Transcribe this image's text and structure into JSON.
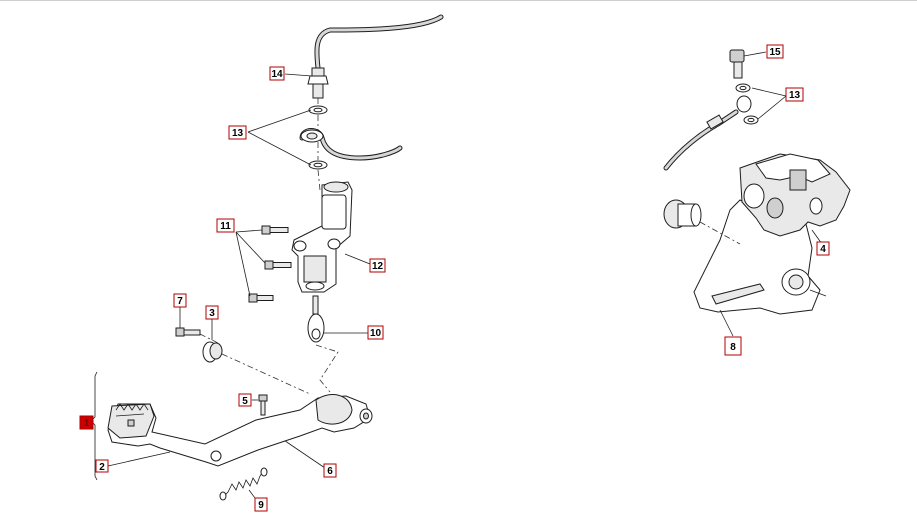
{
  "labels": {
    "l1": "1",
    "l2": "2",
    "l3": "3",
    "l4": "4",
    "l5": "5",
    "l6": "6",
    "l7": "7",
    "l8": "8",
    "l9": "9",
    "l10": "10",
    "l11": "11",
    "l12": "12",
    "l13a": "13",
    "l13b": "13",
    "l14": "14",
    "l15": "15"
  },
  "colors": {
    "label_border": "#b00000",
    "assembly_marker": "#cc0000",
    "line": "#1e1e1e"
  }
}
